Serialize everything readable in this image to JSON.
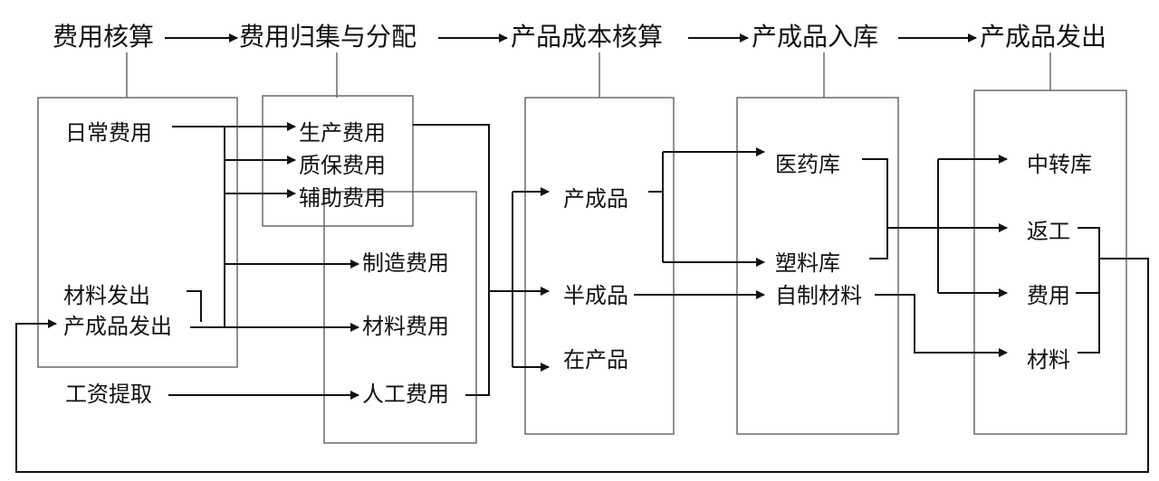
{
  "stages": {
    "cost_accounting": "费用核算",
    "collection_allocation": "费用归集与分配",
    "product_costing": "产品成本核算",
    "warehousing": "产成品入库",
    "dispatch": "产成品发出"
  },
  "cost_accounting": {
    "daily_expense": "日常费用",
    "material_issue": "材料发出",
    "finished_issue": "产成品发出",
    "wage_extraction": "工资提取"
  },
  "allocation": {
    "production_cost": "生产费用",
    "quality_cost": "质保费用",
    "auxiliary_cost": "辅助费用",
    "manufacturing_cost": "制造费用",
    "material_cost": "材料费用",
    "labor_cost": "人工费用"
  },
  "product_costing": {
    "finished_product": "产成品",
    "semi_finished": "半成品",
    "work_in_process": "在产品"
  },
  "warehousing": {
    "medicine_store": "医药库",
    "plastic_store": "塑料库",
    "self_made_material": "自制材料"
  },
  "dispatch": {
    "transfer_store": "中转库",
    "rework": "返工",
    "expense": "费用",
    "material": "材料"
  }
}
